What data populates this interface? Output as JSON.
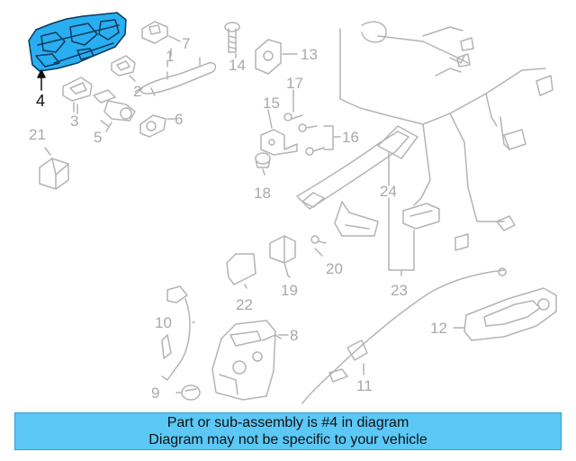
{
  "colors": {
    "highlight_fill": "#29aef2",
    "highlight_stroke": "#0a3a5a",
    "part_stroke": "#b4b4b4",
    "label_gray": "#a9a9a9",
    "label_active": "#111111",
    "banner_background": "#5bc8f6"
  },
  "callouts": {
    "c1": "1",
    "c2": "2",
    "c3": "3",
    "c4": "4",
    "c5": "5",
    "c6": "6",
    "c7": "7",
    "c8": "8",
    "c9": "9",
    "c10": "10",
    "c11": "11",
    "c12": "12",
    "c13": "13",
    "c14": "14",
    "c15": "15",
    "c16": "16",
    "c17": "17",
    "c18": "18",
    "c19": "19",
    "c20": "20",
    "c21": "21",
    "c22": "22",
    "c23": "23",
    "c24": "24"
  },
  "banner": {
    "line1": "Part or sub-assembly is #4 in diagram",
    "line2": "Diagram may not be specific to your vehicle"
  }
}
